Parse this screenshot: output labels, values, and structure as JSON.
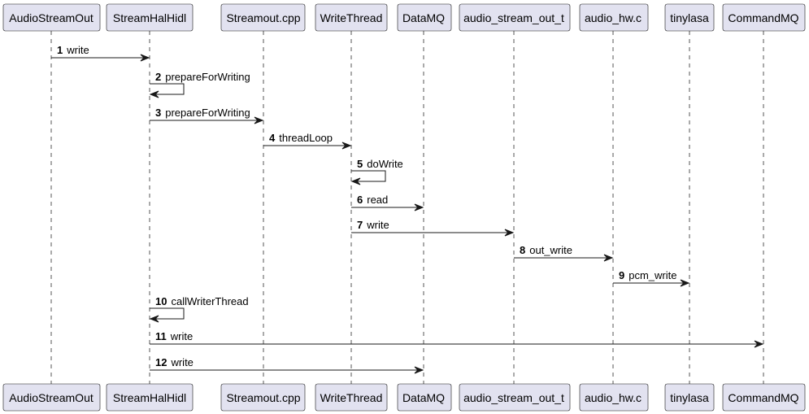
{
  "participants": [
    {
      "id": "AudioStreamOut",
      "label": "AudioStreamOut"
    },
    {
      "id": "StreamHalHidl",
      "label": "StreamHalHidl"
    },
    {
      "id": "Streamout.cpp",
      "label": "Streamout.cpp"
    },
    {
      "id": "WriteThread",
      "label": "WriteThread"
    },
    {
      "id": "DataMQ",
      "label": "DataMQ"
    },
    {
      "id": "audio_stream_out_t",
      "label": "audio_stream_out_t"
    },
    {
      "id": "audio_hw.c",
      "label": "audio_hw.c"
    },
    {
      "id": "tinylasa",
      "label": "tinylasa"
    },
    {
      "id": "CommandMQ",
      "label": "CommandMQ"
    }
  ],
  "messages": [
    {
      "num": "1",
      "label": "write",
      "from": 0,
      "to": 1
    },
    {
      "num": "2",
      "label": "prepareForWriting",
      "from": 1,
      "to": 1
    },
    {
      "num": "3",
      "label": "prepareForWriting",
      "from": 1,
      "to": 2
    },
    {
      "num": "4",
      "label": "threadLoop",
      "from": 2,
      "to": 3
    },
    {
      "num": "5",
      "label": "doWrite",
      "from": 3,
      "to": 3
    },
    {
      "num": "6",
      "label": "read",
      "from": 3,
      "to": 4
    },
    {
      "num": "7",
      "label": "write",
      "from": 3,
      "to": 5
    },
    {
      "num": "8",
      "label": "out_write",
      "from": 5,
      "to": 6
    },
    {
      "num": "9",
      "label": "pcm_write",
      "from": 6,
      "to": 7
    },
    {
      "num": "10",
      "label": "callWriterThread",
      "from": 1,
      "to": 1
    },
    {
      "num": "11",
      "label": "write",
      "from": 1,
      "to": 8
    },
    {
      "num": "12",
      "label": "write",
      "from": 1,
      "to": 4
    }
  ]
}
